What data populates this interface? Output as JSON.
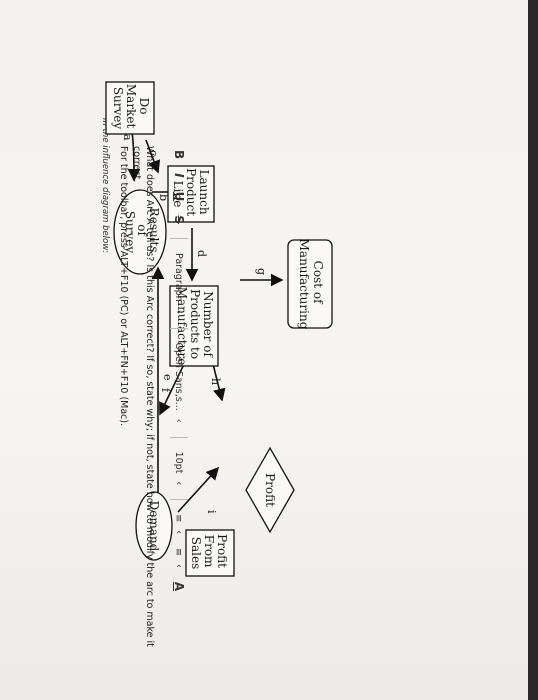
{
  "intro": "In the influence diagram below:",
  "nodes": {
    "do_market_survey": [
      "Do",
      "Market",
      "Survey"
    ],
    "results_of_survey": [
      "Results",
      "of",
      "Survey"
    ],
    "launch_product_line": [
      "Launch",
      "Product",
      "Line"
    ],
    "number_of_products": [
      "Number of",
      "Products to",
      "Manufacture"
    ],
    "cost_of_manufacturing": [
      "Cost of",
      "Manufacturing"
    ],
    "demand": [
      "Demand"
    ],
    "profit_from_sales": [
      "Profit",
      "From",
      "Sales"
    ],
    "profit": [
      "Profit"
    ]
  },
  "arcs": {
    "a": "a",
    "b": "b",
    "c": "c",
    "d": "d",
    "e": "e",
    "f": "f",
    "g": "g",
    "h": "h",
    "i": "i"
  },
  "question": {
    "line1": "What does Arc A tell us?  Is this Arc correct?  If so, state why; if not, state how to modify the arc to make it correct.",
    "line2": "For the toolbar, press ALT+F10 (PC) or ALT+FN+F10 (Mac)."
  },
  "toolbar": {
    "bold": "B",
    "italic": "I",
    "underline": "U",
    "strike": "S",
    "paragraph": "Paragraph",
    "font": "Open Sans,s...",
    "size": "10pt",
    "chevron": "‹",
    "text_color": "A"
  },
  "icons": {
    "chevron": "chevron-down-icon",
    "list": "list-icon",
    "text_color": "text-color-icon"
  }
}
